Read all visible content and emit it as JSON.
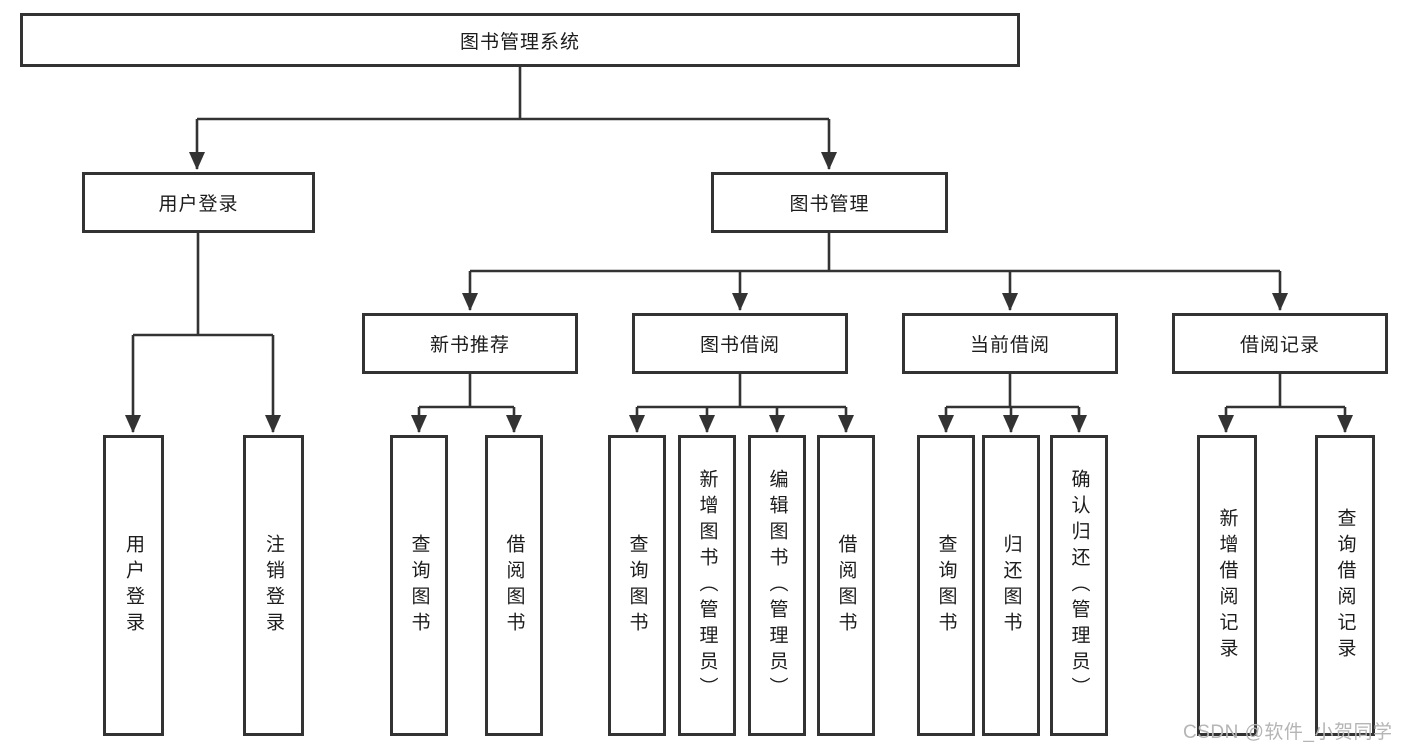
{
  "nodes": {
    "root": "图书管理系统",
    "user_login": "用户登录",
    "book_management": "图书管理",
    "new_book_recommend": "新书推荐",
    "book_borrow": "图书借阅",
    "current_borrow": "当前借阅",
    "borrow_records": "借阅记录",
    "leaves": {
      "user_login": [
        "用户登录",
        "注销登录"
      ],
      "new_book_recommend": [
        "查询图书",
        "借阅图书"
      ],
      "book_borrow": [
        "查询图书",
        "新增图书（管理员）",
        "编辑图书（管理员）",
        "借阅图书"
      ],
      "current_borrow": [
        "查询图书",
        "归还图书",
        "确认归还（管理员）"
      ],
      "borrow_records": [
        "新增借阅记录",
        "查询借阅记录"
      ]
    }
  },
  "watermark": "CSDN @软件_小贺同学",
  "colors": {
    "line": "#333333",
    "text": "#1c1c1c",
    "background": "#ffffff",
    "watermark": "#b5b5b5"
  }
}
